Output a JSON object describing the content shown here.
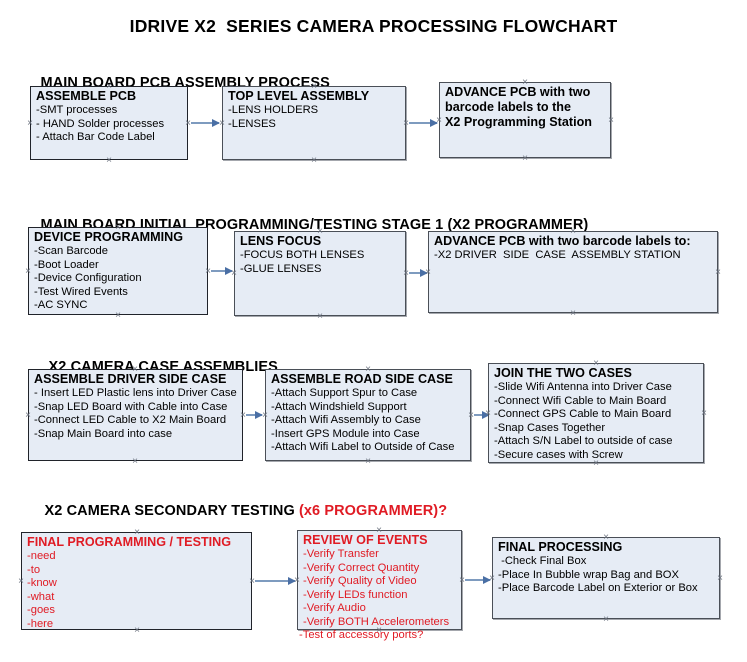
{
  "document": {
    "title": "IDRIVE X2  SERIES CAMERA PROCESSING FLOWCHART"
  },
  "sections": [
    {
      "heading": "MAIN BOARD PCB ASSEMBLY PROCESS",
      "heading_accent": "",
      "nodes": [
        {
          "title": "ASSEMBLE PCB",
          "lines": [
            "-SMT processes",
            "- HAND Solder processes",
            "- Attach Bar Code Label"
          ]
        },
        {
          "title": "TOP LEVEL ASSEMBLY",
          "lines": [
            "-LENS HOLDERS",
            "-LENSES"
          ]
        },
        {
          "title": "ADVANCE PCB with two",
          "lines": [
            "barcode labels to the",
            " X2 Programming Station"
          ]
        }
      ]
    },
    {
      "heading": "MAIN BOARD INITIAL PROGRAMMING/TESTING STAGE 1 (X2 PROGRAMMER)",
      "heading_accent": "",
      "nodes": [
        {
          "title": "DEVICE PROGRAMMING",
          "lines": [
            "-Scan Barcode",
            "-Boot Loader",
            "-Device Configuration",
            "-Test Wired Events",
            "-AC SYNC"
          ]
        },
        {
          "title": "LENS FOCUS",
          "lines": [
            "-FOCUS BOTH LENSES",
            "-GLUE LENSES"
          ]
        },
        {
          "title": "ADVANCE PCB with two barcode labels to:",
          "lines": [
            "-X2 DRIVER  SIDE  CASE  ASSEMBLY STATION"
          ]
        }
      ]
    },
    {
      "heading": "X2 CAMERA CASE ASSEMBLIES",
      "heading_accent": "",
      "nodes": [
        {
          "title": "ASSEMBLE DRIVER SIDE CASE",
          "lines": [
            "- Insert LED Plastic lens into Driver Case",
            "-Snap LED Board with Cable into Case",
            "-Connect LED Cable to X2 Main Board",
            "-Snap Main Board into case"
          ]
        },
        {
          "title": "ASSEMBLE ROAD SIDE CASE",
          "lines": [
            "-Attach Support Spur to Case",
            "-Attach Windshield Support",
            "-Attach Wifi Assembly to Case",
            "-Insert GPS Module into Case",
            "-Attach Wifi Label to Outside of Case"
          ]
        },
        {
          "title": "JOIN THE TWO CASES",
          "lines": [
            "-Slide Wifi Antenna into Driver Case",
            "-Connect Wifi Cable to Main Board",
            "-Connect GPS Cable to Main Board",
            "-Snap Cases Together",
            "-Attach S/N Label to outside of case",
            "-Secure cases with Screw"
          ]
        }
      ]
    },
    {
      "heading": "X2 CAMERA SECONDARY TESTING ",
      "heading_accent": "(x6 PROGRAMMER)?",
      "nodes": [
        {
          "title": "FINAL PROGRAMMING / TESTING",
          "lines": [
            "-need",
            "-to",
            "-know",
            "-what",
            "-goes",
            "-here"
          ]
        },
        {
          "title": "REVIEW OF EVENTS",
          "lines": [
            "-Verify Transfer",
            "-Verify Correct Quantity",
            "-Verify Quality of Video",
            "-Verify LEDs function",
            "-Verify Audio",
            "-Verify BOTH Accelerometers"
          ],
          "overflow_line": "-Test of accessory ports?"
        },
        {
          "title": "FINAL PROCESSING",
          "lines": [
            " -Check Final Box",
            "-Place In Bubble wrap Bag and BOX",
            "-Place Barcode Label on Exterior or Box"
          ]
        }
      ]
    }
  ],
  "colors": {
    "node_fill": "#e6ecf5",
    "node_border": "#20232a",
    "connector": "#7e9bbf",
    "arrowhead": "#4a6fa5",
    "accent_red": "#e01b24",
    "text": "#000000"
  }
}
